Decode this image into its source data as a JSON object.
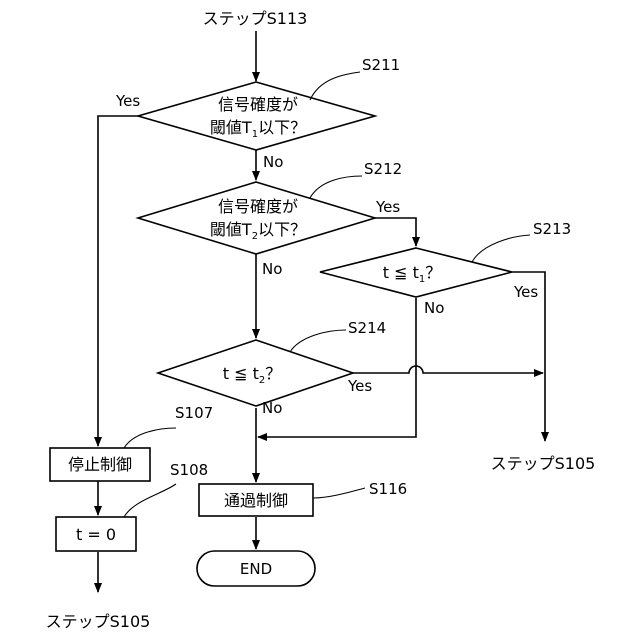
{
  "start_label": "ステップS113",
  "end_label_right": "ステップS105",
  "end_label_bottom": "ステップS105",
  "decisions": {
    "s211": {
      "step": "S211",
      "line1": "信号確度が",
      "line2_prefix": "閾値T",
      "line2_sub": "1",
      "line2_suffix": "以下？",
      "yes": "Yes",
      "no": "No"
    },
    "s212": {
      "step": "S212",
      "line1": "信号確度が",
      "line2_prefix": "閾値T",
      "line2_sub": "2",
      "line2_suffix": "以下？",
      "yes": "Yes",
      "no": "No"
    },
    "s213": {
      "step": "S213",
      "prefix": "t ≦ t",
      "sub": "1",
      "suffix": "？",
      "yes": "Yes",
      "no": "No"
    },
    "s214": {
      "step": "S214",
      "prefix": "t ≦ t",
      "sub": "2",
      "suffix": "？",
      "yes": "Yes",
      "no": "No"
    }
  },
  "processes": {
    "s107": {
      "step": "S107",
      "label": "停止制御"
    },
    "s108": {
      "step": "S108",
      "label": "t = 0"
    },
    "s116": {
      "step": "S116",
      "label": "通過制御"
    }
  },
  "terminal": {
    "label": "END"
  }
}
